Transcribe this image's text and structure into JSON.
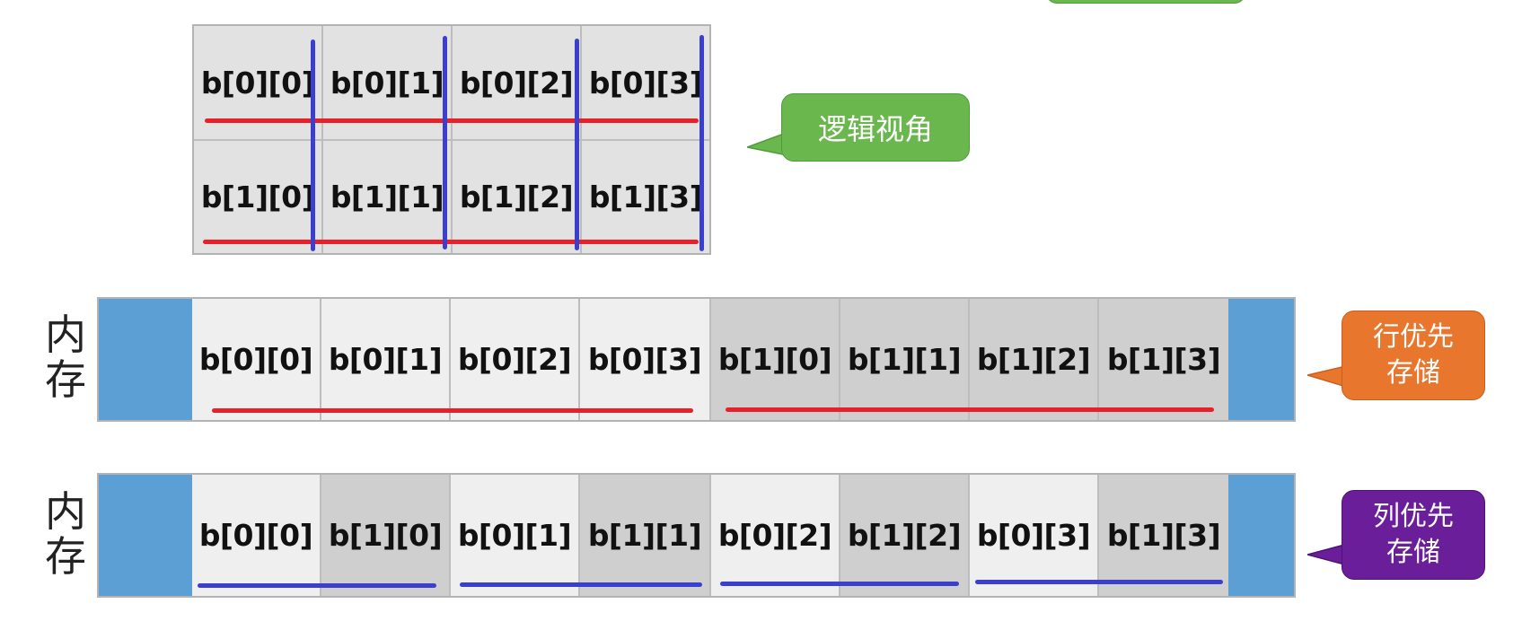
{
  "colors": {
    "row_line": "#e8202a",
    "col_line": "#3b3fd0",
    "memory_pad": "#5c9fd4",
    "logical_bubble": "#6ab74e",
    "row_bubble": "#e8762c",
    "col_bubble": "#6a1e9a"
  },
  "logical": {
    "rows": [
      [
        "b[0][0]",
        "b[0][1]",
        "b[0][2]",
        "b[0][3]"
      ],
      [
        "b[1][0]",
        "b[1][1]",
        "b[1][2]",
        "b[1][3]"
      ]
    ],
    "callout": "逻辑视角"
  },
  "row_major": {
    "label_top": "内",
    "label_bottom": "存",
    "cells": [
      "b[0][0]",
      "b[0][1]",
      "b[0][2]",
      "b[0][3]",
      "b[1][0]",
      "b[1][1]",
      "b[1][2]",
      "b[1][3]"
    ],
    "callout_line1": "行优先",
    "callout_line2": "存储"
  },
  "col_major": {
    "label_top": "内",
    "label_bottom": "存",
    "cells": [
      "b[0][0]",
      "b[1][0]",
      "b[0][1]",
      "b[1][1]",
      "b[0][2]",
      "b[1][2]",
      "b[0][3]",
      "b[1][3]"
    ],
    "callout_line1": "列优先",
    "callout_line2": "存储"
  }
}
